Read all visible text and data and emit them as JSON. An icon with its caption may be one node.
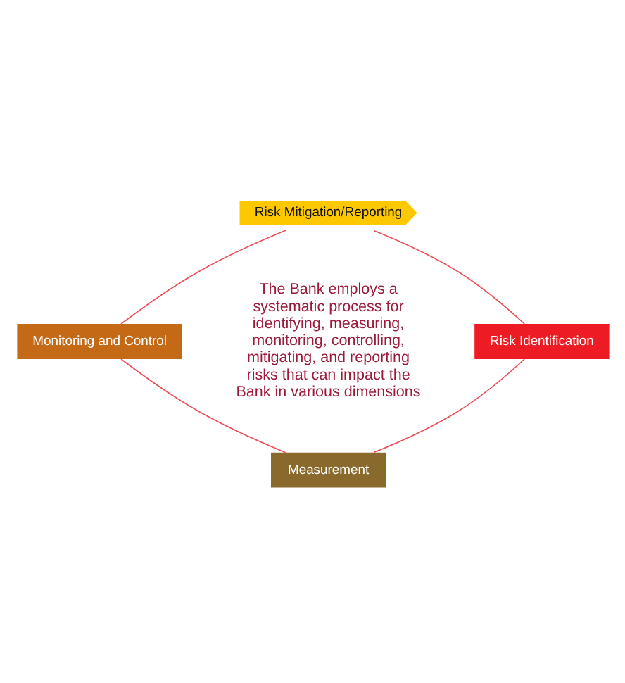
{
  "diagram": {
    "nodes": [
      {
        "text": [
          "Risk Mitigation/Reporting"
        ]
      },
      {
        "text": [
          "Monitoring and Control"
        ]
      },
      {
        "text": [
          "Risk Identification"
        ]
      },
      {
        "text": [
          "Measurement"
        ]
      }
    ],
    "edges": [
      {
        "from": 0,
        "to": 2,
        "arrow": "none"
      },
      {
        "from": 2,
        "to": 3,
        "arrow": "none"
      },
      {
        "from": 3,
        "to": 1,
        "arrow": "none"
      },
      {
        "from": 1,
        "to": 0,
        "arrow": "none"
      }
    ],
    "labels": [
      "The Bank employs a systematic process for identifying, measuring, monitoring, controlling, mitigating, and reporting risks that can impact the Bank in various dimensions"
    ]
  }
}
